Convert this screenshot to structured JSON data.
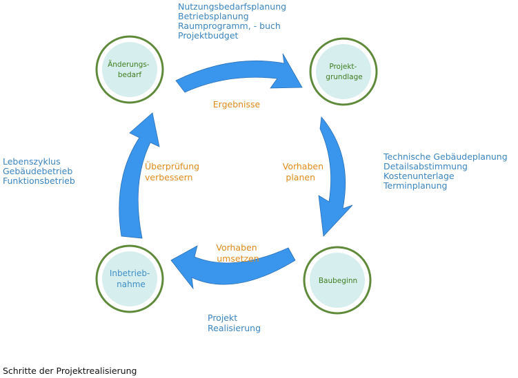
{
  "colors": {
    "ring": "#5f8a3a",
    "node_fill": "#d6eeee",
    "node_text_green": "#3f7d1e",
    "node_text_blue": "#3f8fc5",
    "arrow_fill": "#3a96ec",
    "arrow_edge": "#2a6fb5",
    "orange": "#e08a1a",
    "blue": "#3a84c0",
    "caption": "#111111"
  },
  "nodes": {
    "aenderungsbedarf": [
      "Änderungs-",
      "bedarf"
    ],
    "projektgrundlage": [
      "Projekt-",
      "grundlage"
    ],
    "baubeginn": [
      "Baubeginn"
    ],
    "inbetriebnahme": [
      "Inbetrieb-",
      "nahme"
    ]
  },
  "transitions": {
    "top": [
      "Ergebnisse"
    ],
    "right": [
      "Vorhaben",
      "planen"
    ],
    "bottom": [
      "Vorhaben",
      "umsetzen"
    ],
    "left": [
      "Überprüfung",
      "verbessern"
    ]
  },
  "notes": {
    "top": [
      "Nutzungsbedarfsplanung",
      "Betriebsplanung",
      "Raumprogramm, - buch",
      "Projektbudget"
    ],
    "right": [
      "Technische Gebäudeplanung",
      "Detailsabstimmung",
      "Kostenunterlage",
      "Terminplanung"
    ],
    "bottom": [
      "Projekt",
      "Realisierung"
    ],
    "left": [
      "Lebenszyklus",
      "Gebäudebetrieb",
      "Funktionsbetrieb"
    ]
  },
  "caption": "Schritte der Projektrealisierung"
}
